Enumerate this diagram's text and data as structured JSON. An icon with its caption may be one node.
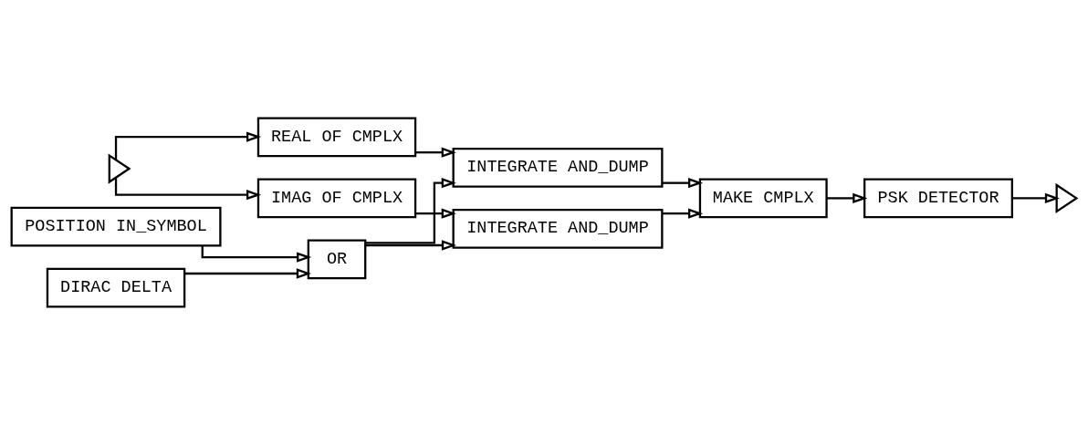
{
  "diagram": {
    "nodes": [
      {
        "text": [],
        "shape": "triangle"
      },
      {
        "text": [
          "REAL OF CMPLX"
        ]
      },
      {
        "text": [
          "IMAG OF CMPLX"
        ]
      },
      {
        "text": [
          "INTEGRATE AND_DUMP"
        ]
      },
      {
        "text": [
          "INTEGRATE AND_DUMP"
        ]
      },
      {
        "text": [
          "MAKE CMPLX"
        ]
      },
      {
        "text": [
          "POSITION IN_SYMBOL"
        ]
      },
      {
        "text": [
          "DIRAC DELTA"
        ]
      },
      {
        "text": [
          "OR"
        ]
      },
      {
        "text": [
          "PSK DETECTOR"
        ]
      },
      {
        "text": [],
        "shape": "triangle"
      }
    ],
    "edges": [
      {
        "from": 0,
        "to": 1,
        "arrow": "to"
      },
      {
        "from": 0,
        "to": 2,
        "arrow": "to"
      },
      {
        "from": 1,
        "to": 3,
        "arrow": "to"
      },
      {
        "from": 2,
        "to": 4,
        "arrow": "to"
      },
      {
        "from": 8,
        "to": 3,
        "arrow": "to"
      },
      {
        "from": 8,
        "to": 4,
        "arrow": "to"
      },
      {
        "from": 3,
        "to": 5,
        "arrow": "to"
      },
      {
        "from": 4,
        "to": 5,
        "arrow": "to"
      },
      {
        "from": 6,
        "to": 8,
        "arrow": "to"
      },
      {
        "from": 7,
        "to": 8,
        "arrow": "to"
      },
      {
        "from": 5,
        "to": 9,
        "arrow": "to"
      },
      {
        "from": 9,
        "to": 10,
        "arrow": "to"
      }
    ]
  }
}
